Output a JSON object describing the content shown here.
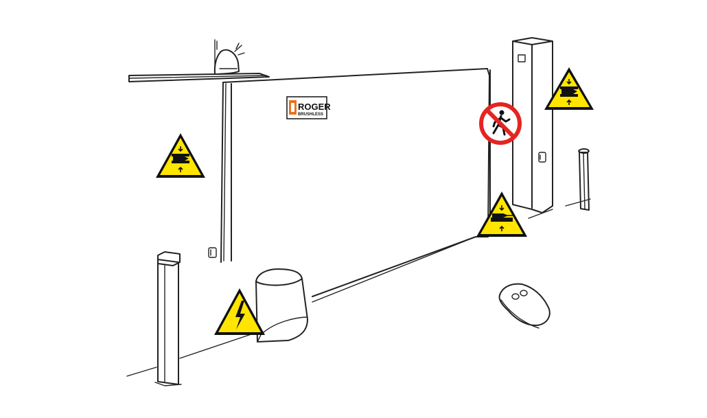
{
  "logo": {
    "line1": "ROGER",
    "line2": "BRUSHLESS",
    "accent_color": "#E8731C"
  },
  "colors": {
    "warning_yellow": "#FFE500",
    "warning_border": "#111111",
    "prohibition_red": "#E52421",
    "line": "#222222"
  },
  "signs": [
    {
      "id": "crush-hand-wall",
      "icon": "hand-crush-icon"
    },
    {
      "id": "crush-hand-pillar",
      "icon": "hand-crush-icon"
    },
    {
      "id": "crush-hand-gate-edge",
      "icon": "hand-crush-icon"
    },
    {
      "id": "electric-hazard",
      "icon": "lightning-icon"
    },
    {
      "id": "no-pedestrian",
      "icon": "no-pedestrian-icon"
    }
  ]
}
